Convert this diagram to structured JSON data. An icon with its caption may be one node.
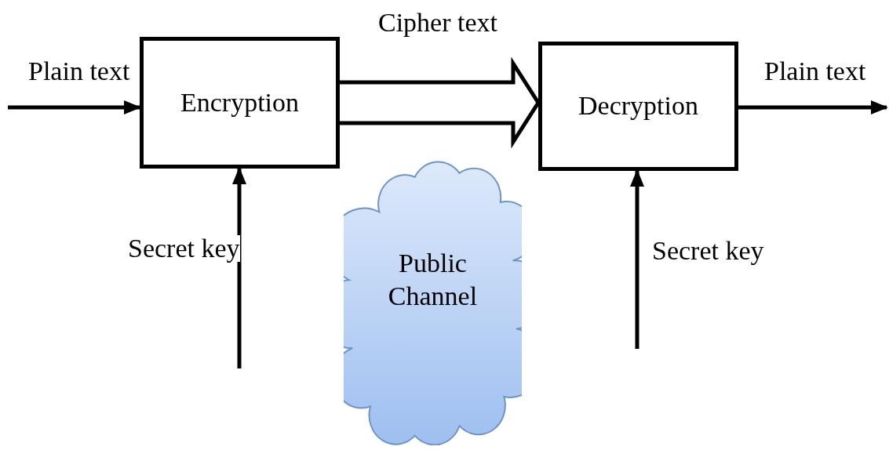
{
  "diagram": {
    "nodes": [
      {
        "text": [
          "Encryption"
        ]
      },
      {
        "text": [
          "Decryption"
        ]
      },
      {
        "text": [
          "Public Channel"
        ]
      }
    ],
    "edges": [
      {
        "from": null,
        "to": 0,
        "arrow": "to",
        "label": "Plain text"
      },
      {
        "from": 0,
        "to": 1,
        "arrow": "to",
        "label": "Cipher text",
        "style": "thick"
      },
      {
        "from": 1,
        "to": null,
        "arrow": "to",
        "label": "Plain text"
      },
      {
        "from": null,
        "to": 0,
        "arrow": "to",
        "label": "Secret key"
      },
      {
        "from": null,
        "to": 1,
        "arrow": "to",
        "label": "Secret key"
      }
    ]
  }
}
